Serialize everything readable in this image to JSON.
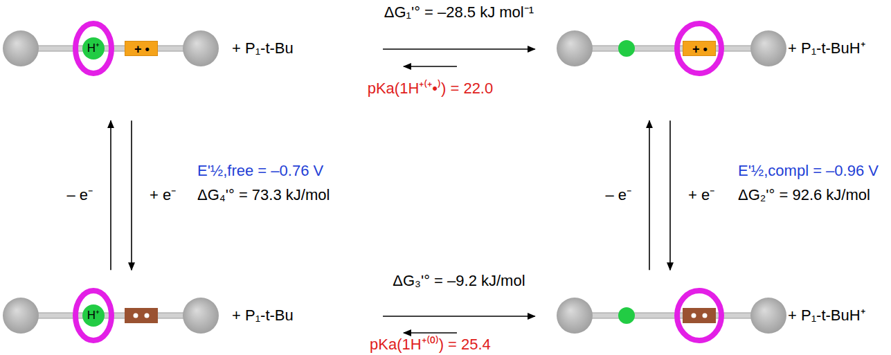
{
  "diagram": {
    "nodes": [
      {
        "text": [
          "+ P₁-t-Bu"
        ]
      },
      {
        "text": [
          "H⁺"
        ],
        "in": 0
      },
      {
        "text": [
          "+ •"
        ],
        "in": 0
      },
      {
        "text": [
          "+ P₁-t-BuH⁺"
        ]
      },
      {
        "text": [
          "+ •"
        ],
        "in": 3
      },
      {
        "text": [
          "+ P₁-t-Bu"
        ]
      },
      {
        "text": [
          "H⁺"
        ],
        "in": 5
      },
      {
        "text": [
          "+ P₁-t-BuH⁺"
        ]
      }
    ],
    "edges": [
      {
        "from": 0,
        "to": 3,
        "arrow": "to",
        "label": "ΔG₁'° = –28.5 kJ mol⁻¹"
      },
      {
        "from": 3,
        "to": 0,
        "arrow": "to",
        "label": "pKa(1H⁺⁽⁺•⁾) = 22.0"
      },
      {
        "from": 0,
        "to": 5,
        "arrow": "to",
        "label": "+ e⁻"
      },
      {
        "from": 5,
        "to": 0,
        "arrow": "to",
        "label": "– e⁻"
      },
      {
        "from": 3,
        "to": 7,
        "arrow": "to",
        "label": "+ e⁻"
      },
      {
        "from": 7,
        "to": 3,
        "arrow": "to",
        "label": "– e⁻"
      },
      {
        "from": 5,
        "to": 7,
        "arrow": "to",
        "label": "ΔG₃'° = –9.2 kJ/mol"
      },
      {
        "from": 7,
        "to": 5,
        "arrow": "to",
        "label": "pKa(1H⁺⁽⁰⁾) = 25.4"
      }
    ],
    "labels": [
      "E'½,free = –0.76 V",
      "ΔG₄'° = 73.3 kJ/mol",
      "E'½,compl = –0.96 V",
      "ΔG₂'° = 92.6 kJ/mol"
    ]
  }
}
